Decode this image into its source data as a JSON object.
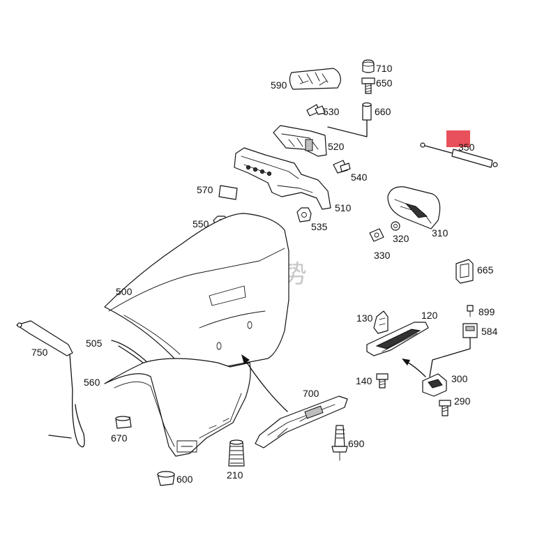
{
  "watermark": "铂势",
  "highlight_color": "#e8505b",
  "part_labels": {
    "p710": "710",
    "p650": "650",
    "p590": "590",
    "p530": "530",
    "p660": "660",
    "p520": "520",
    "p350": "350",
    "p540": "540",
    "p570": "570",
    "p510": "510",
    "p550": "550",
    "p535": "535",
    "p320": "320",
    "p310": "310",
    "p330": "330",
    "p665": "665",
    "p500": "500",
    "p130": "130",
    "p120": "120",
    "p899": "899",
    "p584": "584",
    "p750": "750",
    "p505": "505",
    "p560": "560",
    "p140": "140",
    "p300": "300",
    "p700": "700",
    "p290": "290",
    "p670": "670",
    "p690": "690",
    "p210": "210",
    "p600": "600"
  }
}
